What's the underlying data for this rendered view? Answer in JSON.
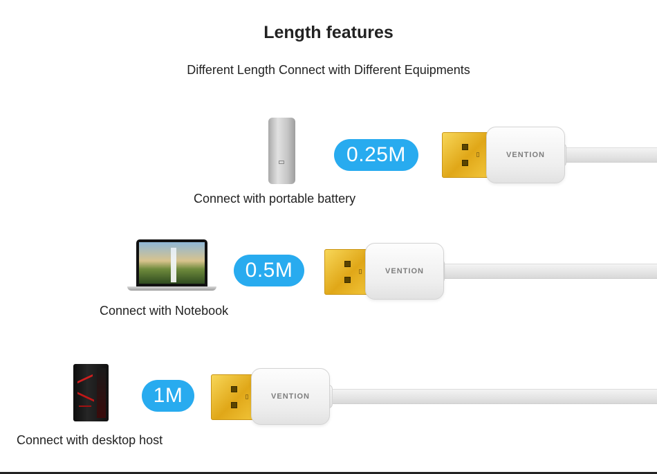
{
  "title": "Length features",
  "subtitle": "Different Length Connect with Different Equipments",
  "brand": "VENTION",
  "rows": [
    {
      "length": "0.25M",
      "caption": "Connect with portable battery",
      "device": "portable-battery"
    },
    {
      "length": "0.5M",
      "caption": "Connect with Notebook",
      "device": "notebook"
    },
    {
      "length": "1M",
      "caption": "Connect with desktop host",
      "device": "desktop-host"
    }
  ],
  "colors": {
    "pill": "#28abef",
    "text": "#222222",
    "connector_gold": "#e0a718"
  }
}
